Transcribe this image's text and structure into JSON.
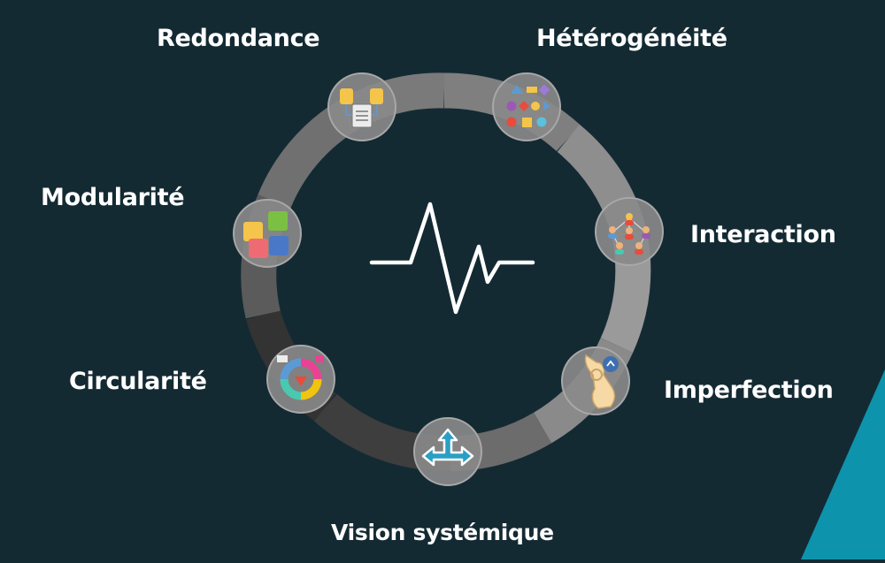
{
  "diagram": {
    "center_icon": "heartbeat-pulse-icon",
    "accent_color": "#0e93ad",
    "background_color": "#142a33",
    "nodes": [
      {
        "label": "Redondance",
        "icon": "redundant-databases-icon"
      },
      {
        "label": "Hétérogénéité",
        "icon": "diverse-shapes-icon"
      },
      {
        "label": "Interaction",
        "icon": "connected-people-icon"
      },
      {
        "label": "Imperfection",
        "icon": "ok-hand-icon"
      },
      {
        "label": "Vision systémique",
        "icon": "three-way-arrows-icon"
      },
      {
        "label": "Circularité",
        "icon": "circular-process-icon"
      },
      {
        "label": "Modularité",
        "icon": "modular-cubes-icon"
      }
    ]
  }
}
